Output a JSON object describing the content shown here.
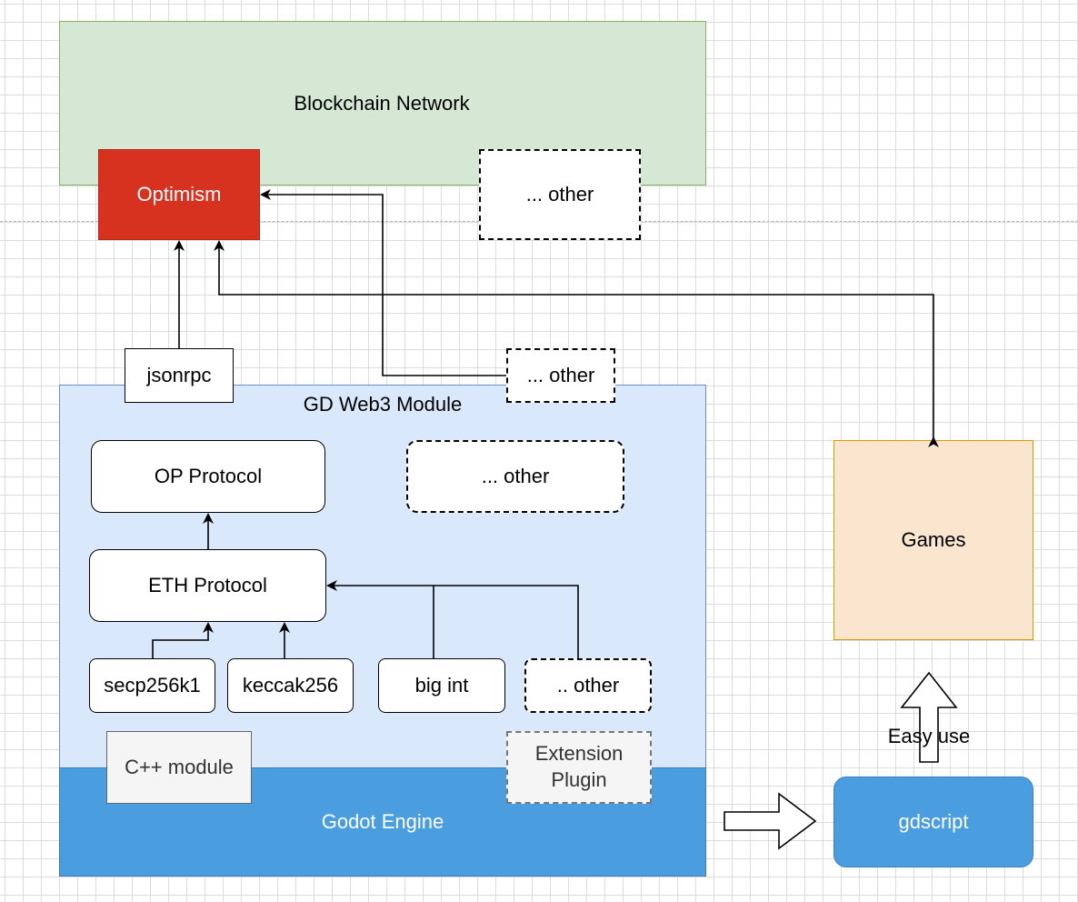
{
  "blockchain": {
    "title": "Blockchain Network",
    "optimism": "Optimism",
    "other": "... other"
  },
  "transport": {
    "jsonrpc": "jsonrpc",
    "other": "... other"
  },
  "module": {
    "title": "GD Web3 Module",
    "op_protocol": "OP Protocol",
    "other_protocol": "... other",
    "eth_protocol": "ETH Protocol",
    "secp256k1": "secp256k1",
    "keccak256": "keccak256",
    "big_int": "big int",
    "other_lib": ".. other",
    "cpp_module": "C++ module",
    "extension_plugin": "Extension\nPlugin"
  },
  "engine": {
    "title": "Godot Engine"
  },
  "games": {
    "title": "Games"
  },
  "gdscript": {
    "title": "gdscript",
    "easy_use": "Easy use"
  },
  "colors": {
    "blockchain_fill": "#d5e8d4",
    "blockchain_stroke": "#82b366",
    "optimism_fill": "#d73220",
    "module_fill": "#dae8fc",
    "module_stroke": "#6c8ebf",
    "engine_fill": "#4a9ee0",
    "games_fill": "#fae6cf",
    "games_stroke": "#d79b00"
  }
}
